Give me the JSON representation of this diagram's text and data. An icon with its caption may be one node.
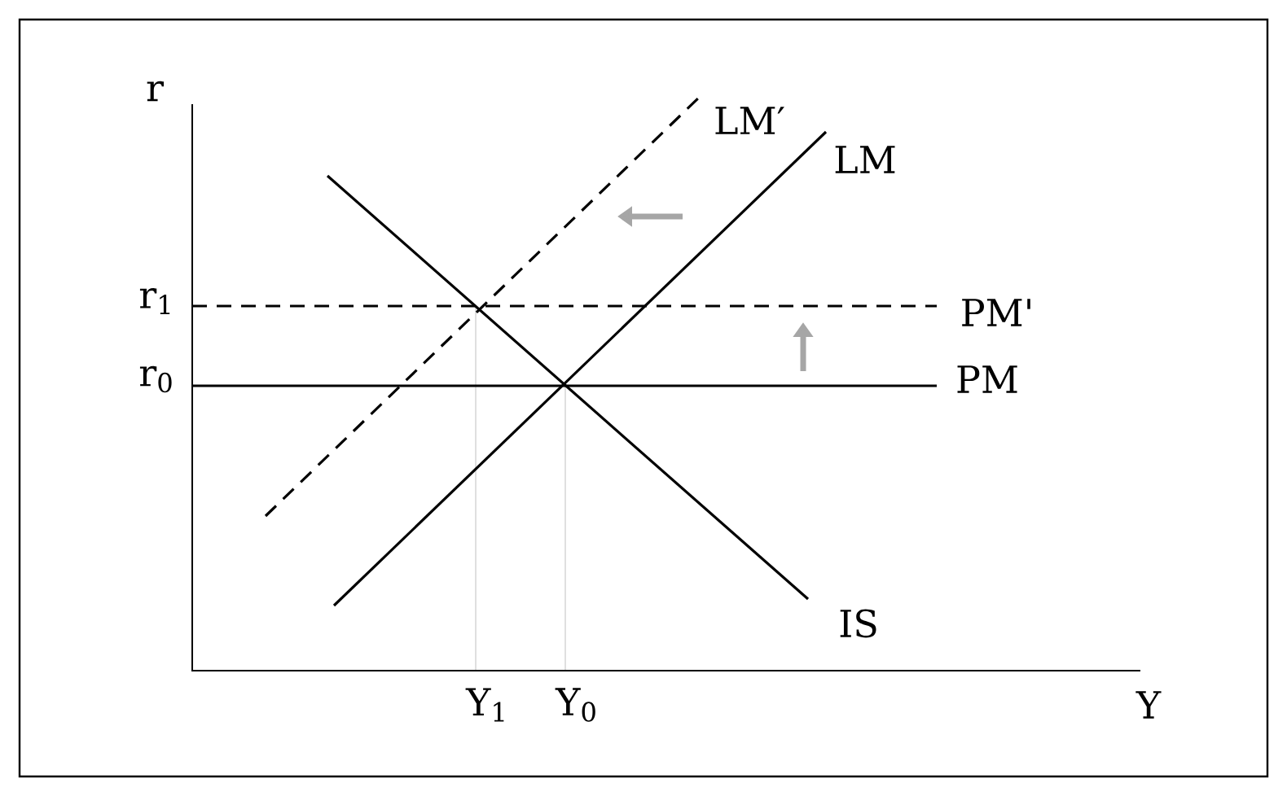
{
  "diagram": {
    "labels": [
      "r",
      "LM′",
      "LM",
      "r$_{1}$",
      "PM'",
      "r$_{0}$",
      "PM",
      "IS",
      "Y$_{1}$",
      "Y$_{0}$",
      "Y"
    ]
  }
}
